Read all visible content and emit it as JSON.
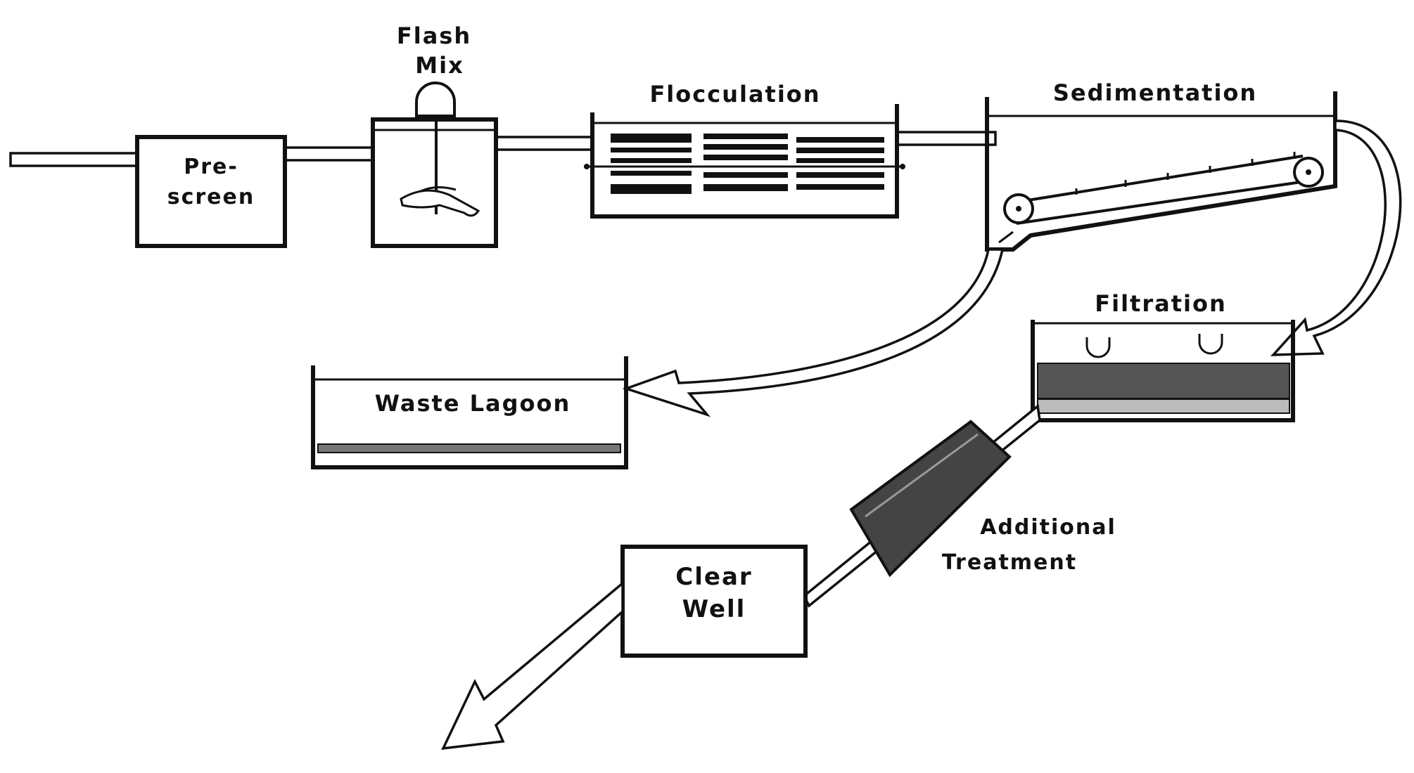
{
  "diagram": {
    "stages": {
      "prescreen": {
        "line1": "Pre-",
        "line2": "screen"
      },
      "flash_mix": {
        "line1": "Flash",
        "line2": "Mix"
      },
      "flocculation": {
        "label": "Flocculation"
      },
      "sedimentation": {
        "label": "Sedimentation"
      },
      "filtration": {
        "label": "Filtration"
      },
      "waste_lagoon": {
        "label": "Waste Lagoon"
      },
      "additional_treatment": {
        "line1": "Additional",
        "line2": "Treatment"
      },
      "clear_well": {
        "line1": "Clear",
        "line2": "Well"
      }
    },
    "colors": {
      "ink": "#111111",
      "background": "#ffffff",
      "media": "#555555"
    }
  }
}
